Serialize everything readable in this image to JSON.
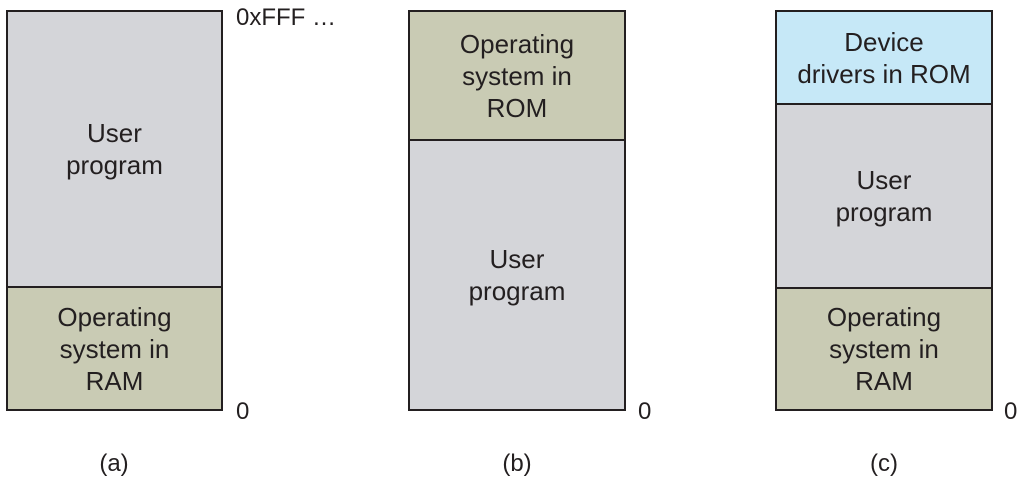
{
  "colors": {
    "user_program": "#d4d5d9",
    "operating_system": "#c9cbb4",
    "device_drivers": "#c6e8f7",
    "line": "#231f20"
  },
  "address_top": "0xFFF …",
  "address_bottom": "0",
  "diagrams": [
    {
      "caption": "(a)",
      "segments": [
        {
          "kind": "user",
          "label": "User\nprogram"
        },
        {
          "kind": "os",
          "label": "Operating\nsystem in\nRAM"
        }
      ]
    },
    {
      "caption": "(b)",
      "segments": [
        {
          "kind": "os",
          "label": "Operating\nsystem in\nROM"
        },
        {
          "kind": "user",
          "label": "User\nprogram"
        }
      ]
    },
    {
      "caption": "(c)",
      "segments": [
        {
          "kind": "drv",
          "label": "Device\ndrivers in ROM"
        },
        {
          "kind": "user",
          "label": "User\nprogram"
        },
        {
          "kind": "os",
          "label": "Operating\nsystem in\nRAM"
        }
      ]
    }
  ]
}
